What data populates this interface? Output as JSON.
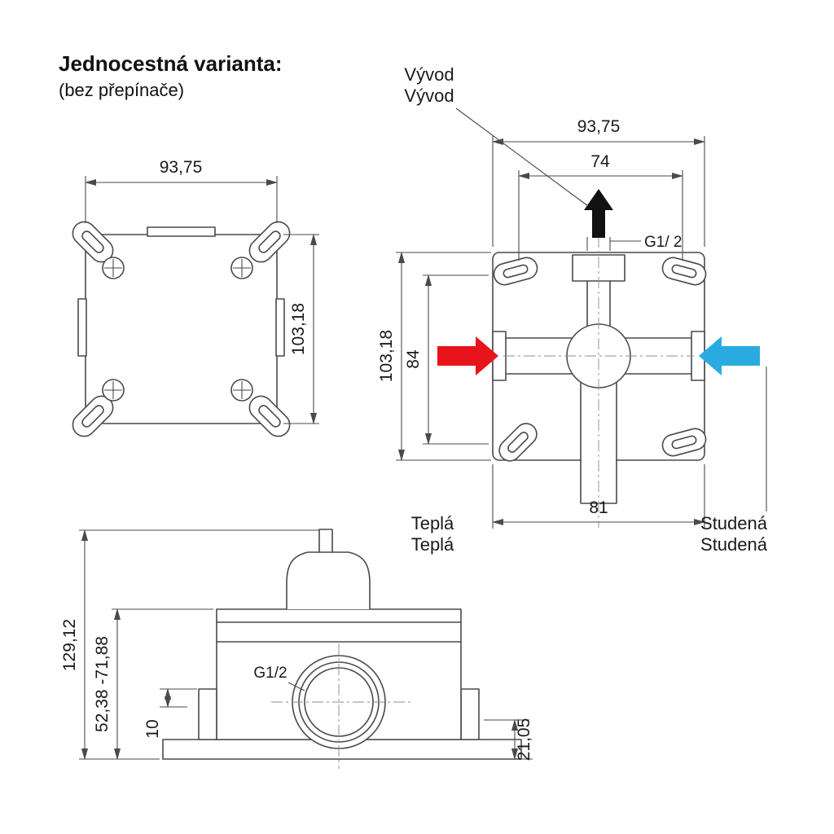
{
  "title": {
    "heading": "Jednocestná varianta:",
    "subheading": "(bez přepínače)"
  },
  "front_view": {
    "dim_width": "93,75",
    "dim_height": "103,18"
  },
  "section_view": {
    "label_outlet_1": "Vývod",
    "label_outlet_2": "Vývod",
    "label_hot_1": "Teplá",
    "label_hot_2": "Teplá",
    "label_cold_1": "Studená",
    "label_cold_2": "Studená",
    "dim_width": "93,75",
    "dim_inner_width": "74",
    "dim_thread": "G1/ 2",
    "dim_height": "103,18",
    "dim_inner_height": "84",
    "dim_bottom_width": "81"
  },
  "side_view": {
    "dim_total_height": "129,12",
    "dim_depth_range": "52,38 -71,88",
    "dim_offset": "10",
    "dim_thread": "G1/2",
    "dim_base_height": "21,05"
  },
  "colors": {
    "hot_arrow": "#e8141c",
    "cold_arrow": "#29abe2",
    "outlet_arrow": "#111111",
    "line": "#4a4a4a"
  }
}
